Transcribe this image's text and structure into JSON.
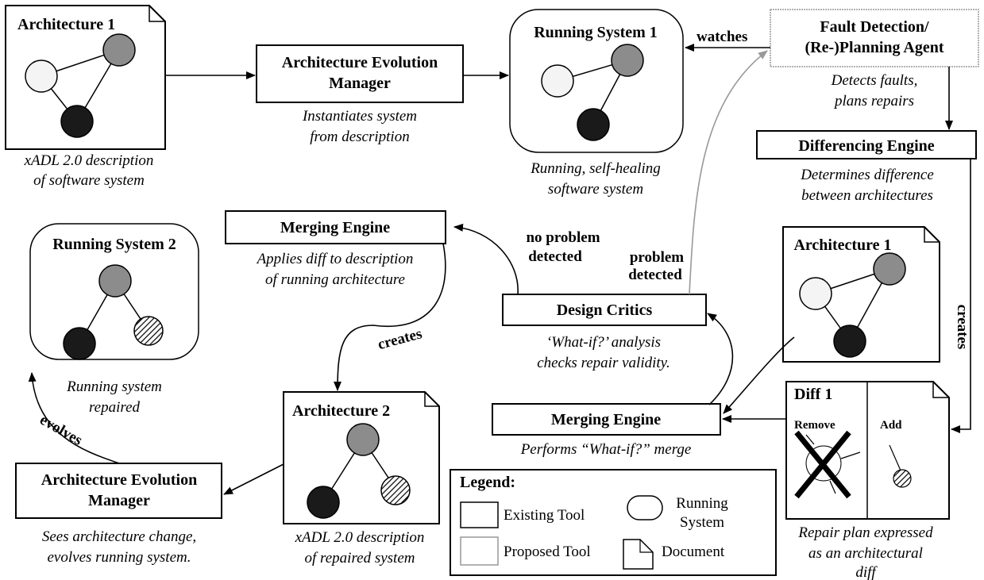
{
  "documents": {
    "arch1_top": {
      "title": "Architecture 1",
      "caption1": "xADL 2.0 description",
      "caption2": "of software system"
    },
    "arch1_right": {
      "title": "Architecture 1"
    },
    "arch2": {
      "title": "Architecture 2",
      "caption1": "xADL 2.0 description",
      "caption2": "of repaired system"
    },
    "diff1": {
      "title": "Diff 1",
      "remove_label": "Remove",
      "add_label": "Add",
      "caption1": "Repair plan expressed",
      "caption2": "as an architectural",
      "caption3": "diff"
    }
  },
  "tools": {
    "aem_top": {
      "line1": "Architecture Evolution",
      "line2": "Manager",
      "caption1": "Instantiates system",
      "caption2": "from description"
    },
    "aem_bottom": {
      "line1": "Architecture Evolution",
      "line2": "Manager",
      "caption1": "Sees architecture change,",
      "caption2": "evolves running system."
    },
    "fault_agent": {
      "line1": "Fault Detection/",
      "line2": "(Re-)Planning Agent",
      "caption1": "Detects faults,",
      "caption2": "plans repairs"
    },
    "differencing": {
      "title": "Differencing Engine",
      "caption1": "Determines difference",
      "caption2": "between architectures"
    },
    "merging_top": {
      "title": "Merging Engine",
      "caption1": "Applies diff to description",
      "caption2": "of running architecture"
    },
    "merging_bottom": {
      "title": "Merging Engine",
      "caption1": "Performs “What-if?” merge"
    },
    "critics": {
      "title": "Design Critics",
      "caption1": "‘What-if?’ analysis",
      "caption2": "checks repair validity."
    }
  },
  "running": {
    "rs1": {
      "title": "Running System 1",
      "caption1": "Running, self-healing",
      "caption2": "software system"
    },
    "rs2": {
      "title": "Running System 2",
      "caption1": "Running system",
      "caption2": "repaired"
    }
  },
  "edge_labels": {
    "watches": "watches",
    "creates_right": "creates",
    "creates_mid": "creates",
    "evolves": "evolves",
    "no_problem1": "no problem",
    "no_problem2": "detected",
    "problem1": "problem",
    "problem2": "detected"
  },
  "legend": {
    "title": "Legend:",
    "existing": "Existing Tool",
    "proposed": "Proposed Tool",
    "running1": "Running",
    "running2": "System",
    "document": "Document"
  },
  "colors": {
    "stroke": "#000000",
    "proposed_stroke": "#999999",
    "light_node": "#f4f4f4",
    "gray_node": "#8c8c8c",
    "dark_node": "#1a1a1a"
  }
}
